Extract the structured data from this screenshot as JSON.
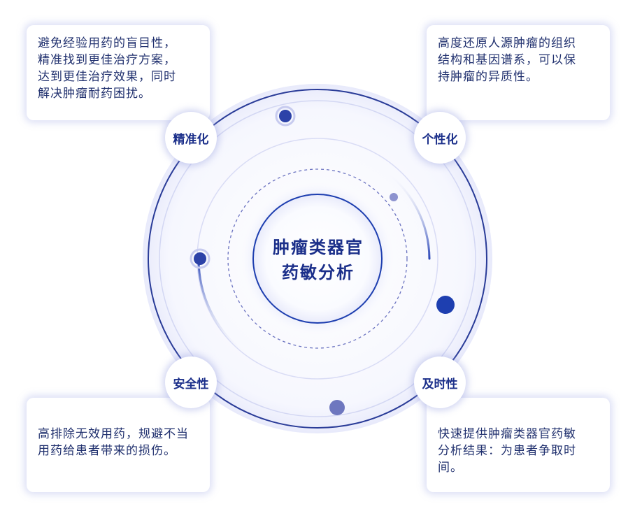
{
  "center": {
    "line1": "肿瘤类器官",
    "line2": "药敏分析"
  },
  "features": [
    {
      "label": "精准化",
      "description_lines": [
        "避免经验用药的盲目性，",
        "精准找到更佳治疗方案，",
        "达到更佳治疗效果，同时",
        "解决肿瘤耐药困扰。"
      ]
    },
    {
      "label": "个性化",
      "description_lines": [
        "高度还原人源肿瘤的组织",
        "结构和基因谱系，可以保",
        "持肿瘤的异质性。"
      ]
    },
    {
      "label": "安全性",
      "description_lines": [
        "高排除无效用药，规避不当",
        "用药给患者带来的损伤。"
      ]
    },
    {
      "label": "及时性",
      "description_lines": [
        "快速提供肿瘤类器官药敏",
        "分析结果：为患者争取时间。"
      ]
    }
  ],
  "colors": {
    "primary": "#1b2f8a",
    "accent_blue": "#1e3fb0",
    "light_ring": "#c9cdf0",
    "dot_soft": "#7f86c8"
  }
}
